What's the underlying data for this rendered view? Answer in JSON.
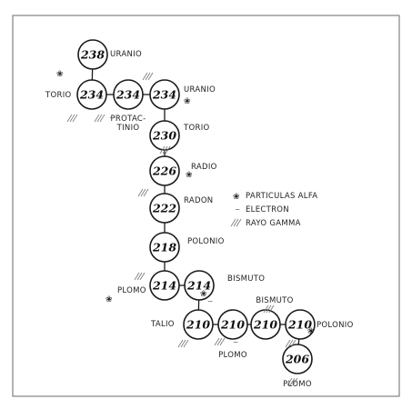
{
  "nodes": [
    {
      "id": "n238",
      "value": "238",
      "label": "URANIO"
    },
    {
      "id": "n234a",
      "value": "234",
      "label": "TORIO"
    },
    {
      "id": "n234b",
      "value": "234",
      "label": "PROTAC-\nTINIO"
    },
    {
      "id": "n234c",
      "value": "234",
      "label": "URANIO"
    },
    {
      "id": "n230",
      "value": "230",
      "label": "TORIO"
    },
    {
      "id": "n226",
      "value": "226",
      "label": "RADIO"
    },
    {
      "id": "n222",
      "value": "222",
      "label": "RADON"
    },
    {
      "id": "n218",
      "value": "218",
      "label": "POLONIO"
    },
    {
      "id": "n214a",
      "value": "214",
      "label": "PLOMO"
    },
    {
      "id": "n214b",
      "value": "214",
      "label": "BISMUTO"
    },
    {
      "id": "n210a",
      "value": "210",
      "label": "TALIO"
    },
    {
      "id": "n210b",
      "value": "210",
      "label": "PLOMO"
    },
    {
      "id": "n210c",
      "value": "210",
      "label": "BISMUTO"
    },
    {
      "id": "n210d",
      "value": "210",
      "label": "POLONIO"
    },
    {
      "id": "n206",
      "value": "206",
      "label": "PLOMO"
    }
  ],
  "edges": [
    [
      "n238",
      "n234a"
    ],
    [
      "n234a",
      "n234b"
    ],
    [
      "n234b",
      "n234c"
    ],
    [
      "n234c",
      "n230"
    ],
    [
      "n230",
      "n226"
    ],
    [
      "n226",
      "n222"
    ],
    [
      "n222",
      "n218"
    ],
    [
      "n218",
      "n214a"
    ],
    [
      "n214a",
      "n214b"
    ],
    [
      "n214b",
      "n210a"
    ],
    [
      "n210a",
      "n210b"
    ],
    [
      "n210b",
      "n210c"
    ],
    [
      "n210c",
      "n210d"
    ],
    [
      "n210d",
      "n206"
    ]
  ],
  "legend": {
    "alpha": "PARTICULAS ALFA",
    "beta": "ELECTRON",
    "gamma": "RAYO GAMMA"
  }
}
